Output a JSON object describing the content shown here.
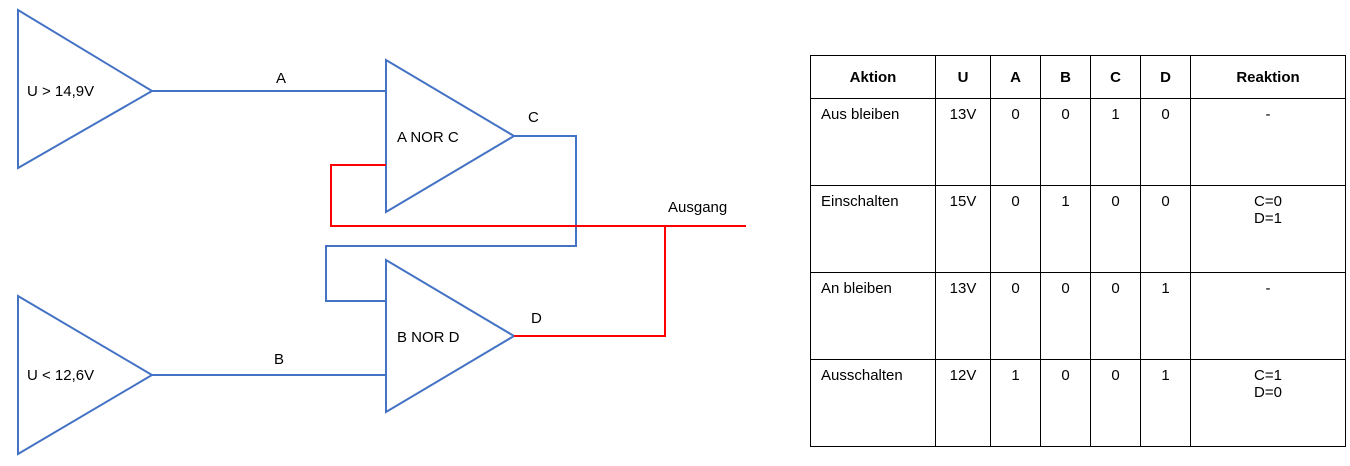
{
  "diagram": {
    "comparator_top_label": "U > 14,9V",
    "comparator_bottom_label": "U < 12,6V",
    "gate_top_label": "A NOR C",
    "gate_bottom_label": "B NOR D",
    "signal_a": "A",
    "signal_b": "B",
    "signal_c": "C",
    "signal_d": "D",
    "output_label": "Ausgang",
    "colors": {
      "wire_blue": "#4472C4",
      "wire_red": "#FF0000"
    }
  },
  "table": {
    "headers": [
      "Aktion",
      "U",
      "A",
      "B",
      "C",
      "D",
      "Reaktion"
    ],
    "rows": [
      {
        "aktion": "Aus bleiben",
        "u": "13V",
        "a": "0",
        "b": "0",
        "c": "1",
        "d": "0",
        "reaktion": "-"
      },
      {
        "aktion": "Einschalten",
        "u": "15V",
        "a": "0",
        "b": "1",
        "c": "0",
        "d": "0",
        "reaktion": "C=0\nD=1"
      },
      {
        "aktion": "An bleiben",
        "u": "13V",
        "a": "0",
        "b": "0",
        "c": "0",
        "d": "1",
        "reaktion": "-"
      },
      {
        "aktion": "Ausschalten",
        "u": "12V",
        "a": "1",
        "b": "0",
        "c": "0",
        "d": "1",
        "reaktion": "C=1\nD=0"
      }
    ]
  }
}
